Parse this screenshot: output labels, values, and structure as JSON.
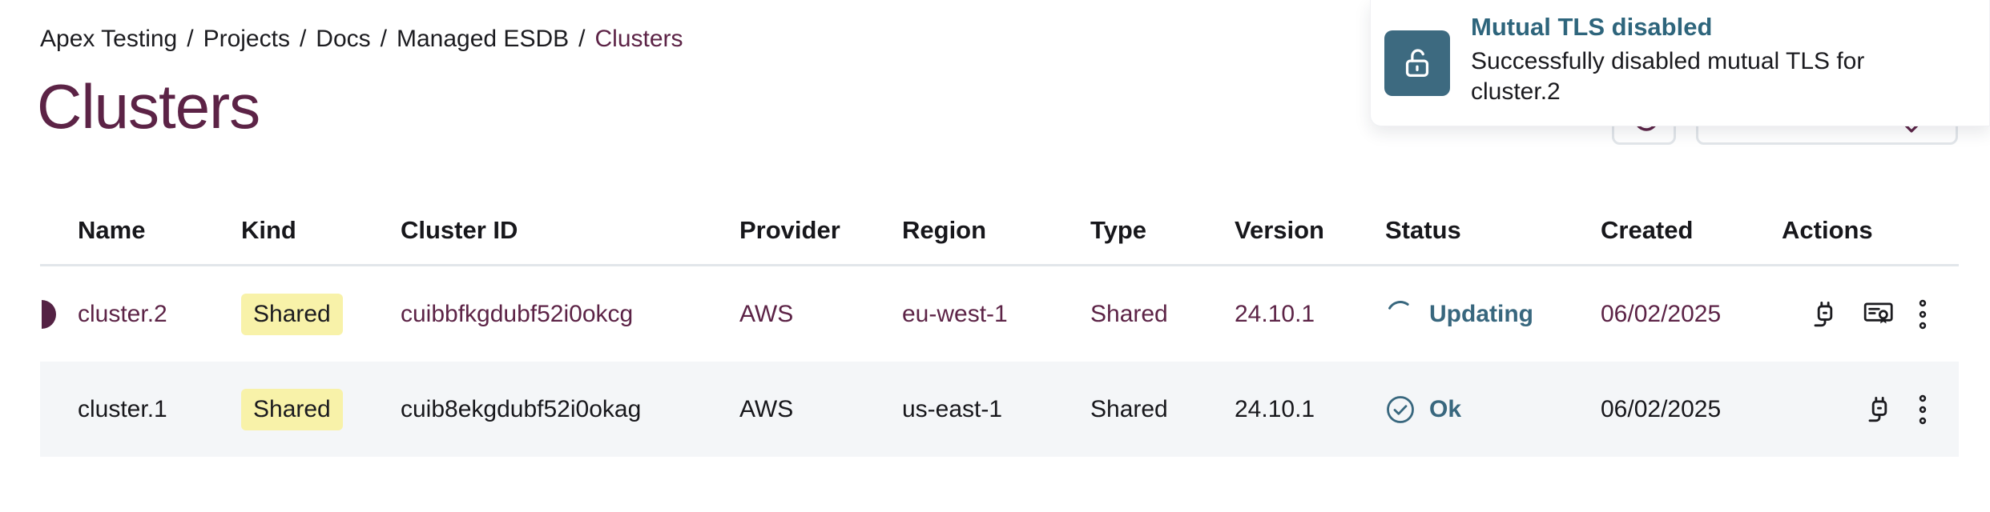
{
  "breadcrumb": {
    "separator": "/",
    "items": [
      "Apex Testing",
      "Projects",
      "Docs",
      "Managed ESDB",
      "Clusters"
    ]
  },
  "page": {
    "title": "Clusters"
  },
  "toast": {
    "title": "Mutual TLS disabled",
    "message": "Successfully disabled mutual TLS for cluster.2",
    "icon": "unlock-icon",
    "icon_bg": "#3d6a80",
    "title_color": "#2e657c"
  },
  "toolbar": {
    "refresh_icon": "refresh-icon",
    "dropdown_icon": "chevron-down-icon"
  },
  "table": {
    "columns": [
      "Name",
      "Kind",
      "Cluster ID",
      "Provider",
      "Region",
      "Type",
      "Version",
      "Status",
      "Created",
      "Actions"
    ],
    "rows": [
      {
        "name": "cluster.2",
        "kind": "Shared",
        "cluster_id": "cuibbfkgdubf52i0okcg",
        "provider": "AWS",
        "region": "eu-west-1",
        "type": "Shared",
        "version": "24.10.1",
        "status": "Updating",
        "status_icon": "spinner-icon",
        "created": "06/02/2025",
        "actions": [
          "connect-icon",
          "certificate-icon",
          "kebab-menu-icon"
        ],
        "highlighted": true
      },
      {
        "name": "cluster.1",
        "kind": "Shared",
        "cluster_id": "cuib8ekgdubf52i0okag",
        "provider": "AWS",
        "region": "us-east-1",
        "type": "Shared",
        "version": "24.10.1",
        "status": "Ok",
        "status_icon": "check-circle-icon",
        "created": "06/02/2025",
        "actions": [
          "connect-icon",
          "kebab-menu-icon"
        ],
        "highlighted": false
      }
    ]
  },
  "colors": {
    "maroon": "#5c2346",
    "teal": "#38677e",
    "badge_yellow": "#f8f2a9",
    "row_alt_bg": "#f4f6f8",
    "divider": "#e2e6ea",
    "indicator": "#542244"
  }
}
